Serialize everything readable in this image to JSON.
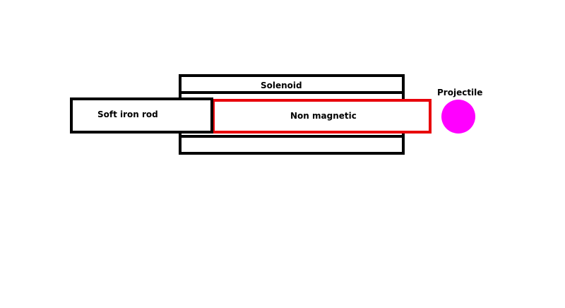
{
  "labels": {
    "solenoid": "Solenoid",
    "iron_rod": "Soft iron rod",
    "non_magnetic": "Non magnetic",
    "projectile": "Projectile"
  },
  "colors": {
    "outline": "#000000",
    "non_magnetic_outline": "#e8000b",
    "projectile_fill": "#ff00ff",
    "background": "#ffffff"
  }
}
